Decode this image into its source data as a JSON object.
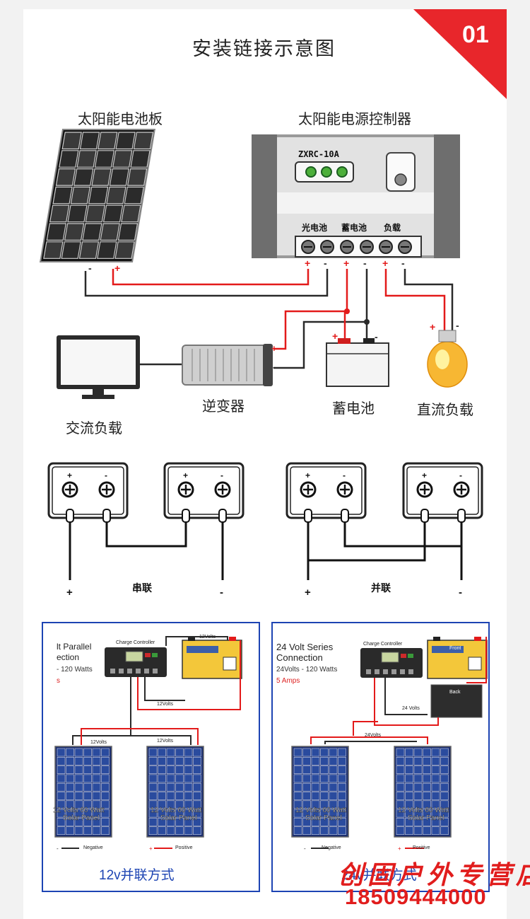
{
  "badge": "01",
  "section1": {
    "title": "安装链接示意图",
    "solar_panel_label": "太阳能电池板",
    "controller_label": "太阳能电源控制器",
    "controller_model": "ZXRC-10A",
    "terminal_labels": [
      "光电池",
      "蓄电池",
      "负载"
    ],
    "inverter_label": "逆变器",
    "battery_label": "蓄电池",
    "dc_load_label": "直流负载",
    "ac_load_label": "交流负载",
    "plus": "+",
    "minus": "-"
  },
  "section2": {
    "series_label": "串联",
    "parallel_label": "并联"
  },
  "section3": {
    "left": {
      "title_line1": "lt Parallel",
      "title_line2": "ection",
      "sub": "- 120 Watts",
      "amps": "s",
      "controller": "Charge Controller",
      "volts_top": "12Volts",
      "volts_mid": "12Volts",
      "volts_left": "12Volts",
      "volts_right": "12Volts",
      "panel_text": "12 Volts 60 Watt Solar Panel",
      "legend_neg": "Negative",
      "legend_pos": "Positive",
      "caption": "12v并联方式"
    },
    "right": {
      "title_line1": "24 Volt Series",
      "title_line2": "Connection",
      "sub": "24Volts - 120 Watts",
      "amps": "5 Amps",
      "controller": "Charge Controller",
      "front": "Front",
      "back": "Back",
      "volts_mid": "24 Volts",
      "volts_panels": "24Volts",
      "panel_text": "12 Volts 60 Watt Solar Panel",
      "legend_neg": "Negative",
      "legend_pos": "Positive",
      "caption": "24v并联方式"
    }
  },
  "watermark": {
    "shop": "创固户外专营店",
    "phone": "18509444000"
  }
}
